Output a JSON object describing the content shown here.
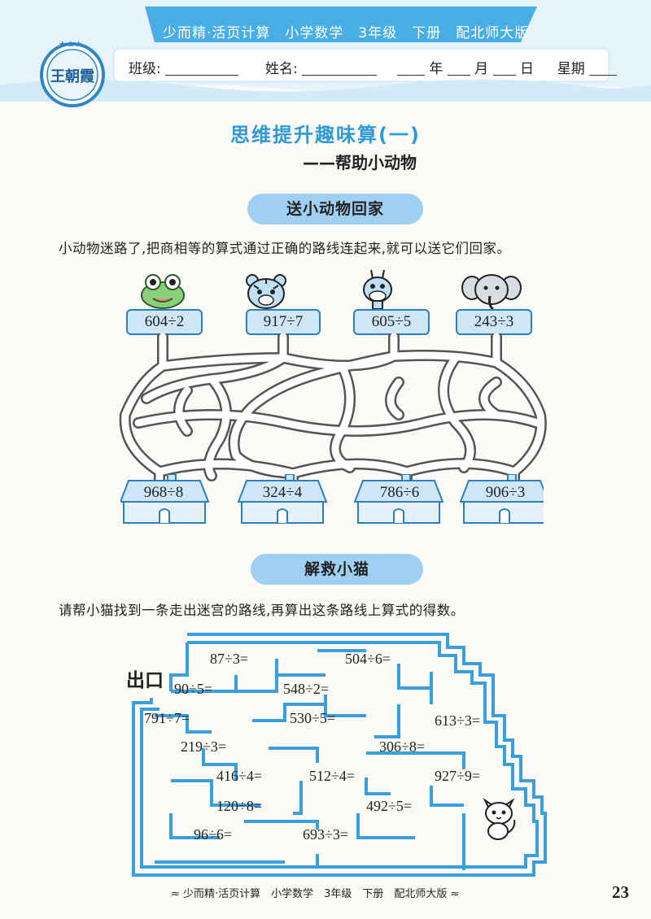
{
  "header": {
    "series_title": "少而精·活页计算　小学数学　3年级　下册　配北师大版",
    "class_label": "班级:",
    "name_label": "姓名:",
    "year_label": "年",
    "month_label": "月",
    "day_label": "日",
    "weekday_label": "星期",
    "logo_text": "王朝霞"
  },
  "title": {
    "main": "思维提升趣味算(一)",
    "sub": "——帮助小动物"
  },
  "section1": {
    "heading": "送小动物回家",
    "instruction": "小动物迷路了,把商相等的算式通过正确的路线连起来,就可以送它们回家。",
    "animals": [
      {
        "icon": "frog-icon",
        "expression": "604÷2"
      },
      {
        "icon": "tiger-icon",
        "expression": "917÷7"
      },
      {
        "icon": "giraffe-icon",
        "expression": "605÷5"
      },
      {
        "icon": "elephant-icon",
        "expression": "243÷3"
      }
    ],
    "houses": [
      {
        "expression": "968÷8"
      },
      {
        "expression": "324÷4"
      },
      {
        "expression": "786÷6"
      },
      {
        "expression": "906÷3"
      }
    ]
  },
  "section2": {
    "heading": "解救小猫",
    "instruction": "请帮小猫找到一条走出迷宫的路线,再算出这条路线上算式的得数。",
    "exit_label": "出口",
    "expressions": [
      "87÷3=",
      "504÷6=",
      "90÷5=",
      "548÷2=",
      "791÷7=",
      "530÷5=",
      "613÷3=",
      "219÷3=",
      "306÷8=",
      "416÷4=",
      "512÷4=",
      "927÷9=",
      "120÷8=",
      "492÷5=",
      "96÷6=",
      "693÷3="
    ],
    "cat_icon": "cat-icon"
  },
  "footer": {
    "text": "≈ 少而精·活页计算　小学数学　3年级　下册　配北师大版 ≈",
    "page_number": "23"
  },
  "colors": {
    "accent_blue": "#2e9ad8",
    "band_blue": "#4aaee6",
    "pill_blue": "#9fd0f1",
    "maze_line": "#3aa0dc"
  }
}
